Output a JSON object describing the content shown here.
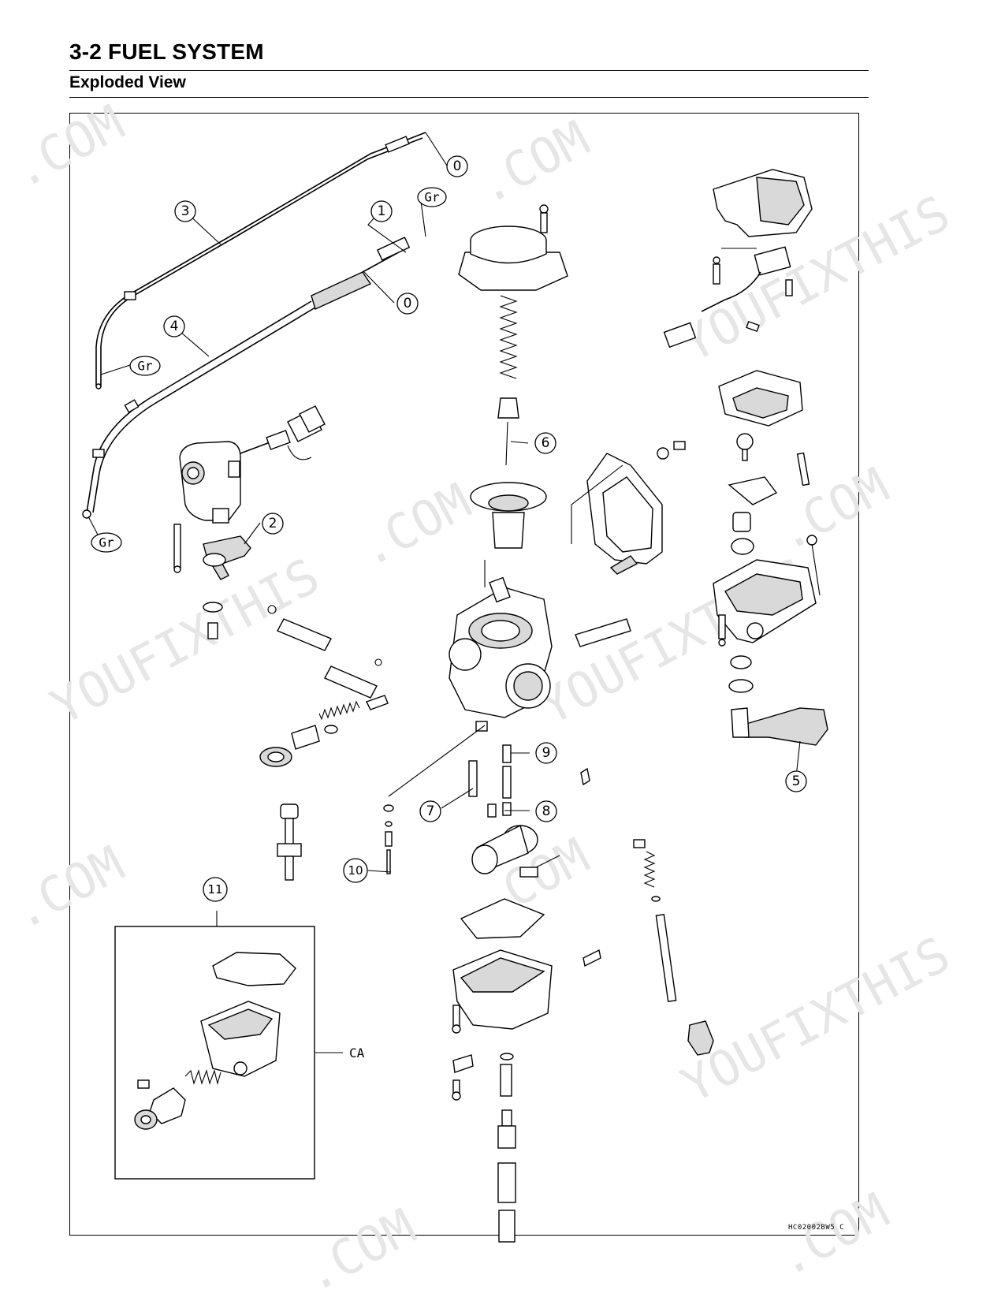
{
  "header": {
    "title": "3-2 FUEL SYSTEM",
    "subtitle": "Exploded View"
  },
  "figure_code": "HC02002BW5  C",
  "callouts": {
    "c0a": "0",
    "c0b": "0",
    "c1": "1",
    "c2": "2",
    "c3": "3",
    "c4": "4",
    "c5": "5",
    "c6": "6",
    "c7": "7",
    "c8": "8",
    "c9": "9",
    "c10": "10",
    "c11": "11"
  },
  "grease_marks": {
    "gr_top": "Gr",
    "gr_mid": "Gr",
    "gr_low": "Gr"
  },
  "ca_label": "CA",
  "watermark": [
    "YOUFIXTHIS",
    ".COM"
  ]
}
